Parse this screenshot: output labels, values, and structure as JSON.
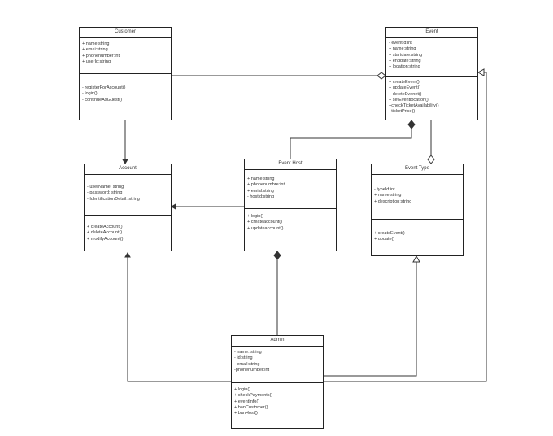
{
  "classes": [
    {
      "key": "customer",
      "title": "Customer",
      "attributes": [
        "+ name:string",
        "+ emai:string",
        "+ phonenumber:int",
        "+ userId:string"
      ],
      "methods": [
        "- registerForAccount()",
        "- login()",
        "- continueAsGuest()"
      ]
    },
    {
      "key": "event",
      "title": "Event",
      "attributes": [
        "- eventId:int",
        "+ name:string",
        "+ startdate:string",
        "+ enddate:string",
        "+ location:string"
      ],
      "methods": [
        "+ createEvent()",
        "+ updateEvent()",
        "+ deleteEvenet()",
        "+ setEventlocation()",
        "+checkTicketAvailability()",
        "+ticketPrice()"
      ]
    },
    {
      "key": "account",
      "title": "Account",
      "attributes": [
        "- userName: string",
        "- password: string",
        "- IdentificationDetail: string"
      ],
      "methods": [
        "+ createAccount()",
        "+ deleteAccount()",
        "+ modifyAccount()"
      ]
    },
    {
      "key": "event-host",
      "title": "Event Host",
      "attributes": [
        "+ name:string",
        "+ phonenumbre:int",
        "+ emial:string",
        "- hostid:string"
      ],
      "methods": [
        "+ login()",
        "+ createaccount()",
        "+ updateaccount()"
      ]
    },
    {
      "key": "event-type",
      "title": "Event Type",
      "attributes": [
        "- typeId:int",
        "+ name:string",
        "+ description:string"
      ],
      "methods": [
        "+ createEvent()",
        "+ update()"
      ]
    },
    {
      "key": "admin",
      "title": "Admin",
      "attributes": [
        "- name: string",
        "- id:string",
        "- email:string",
        "-phonenumber:int"
      ],
      "methods": [
        "+ login()",
        "+ checkPayments()",
        "+ eventInfo()",
        "+ banCustomer()",
        "+ banHost()"
      ]
    }
  ],
  "colors": {
    "line": "#333333",
    "box_border": "#222222",
    "text": "#333333"
  }
}
